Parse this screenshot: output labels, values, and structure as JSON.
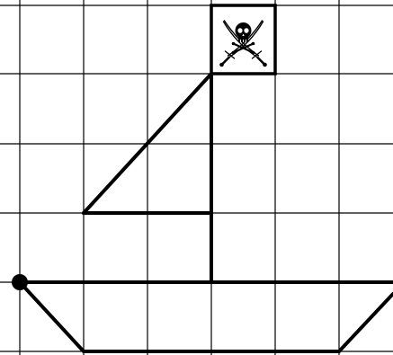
{
  "diagram": {
    "type": "grid-drawing",
    "grid": {
      "columns": 6,
      "rows": 5,
      "line_color": "#000000",
      "background": "#ffffff"
    },
    "drawing": {
      "stroke_color": "#000000",
      "subject": "pirate-ship",
      "flag_icon": "skull-and-crossed-swords-icon",
      "start_point": "filled-dot"
    }
  }
}
